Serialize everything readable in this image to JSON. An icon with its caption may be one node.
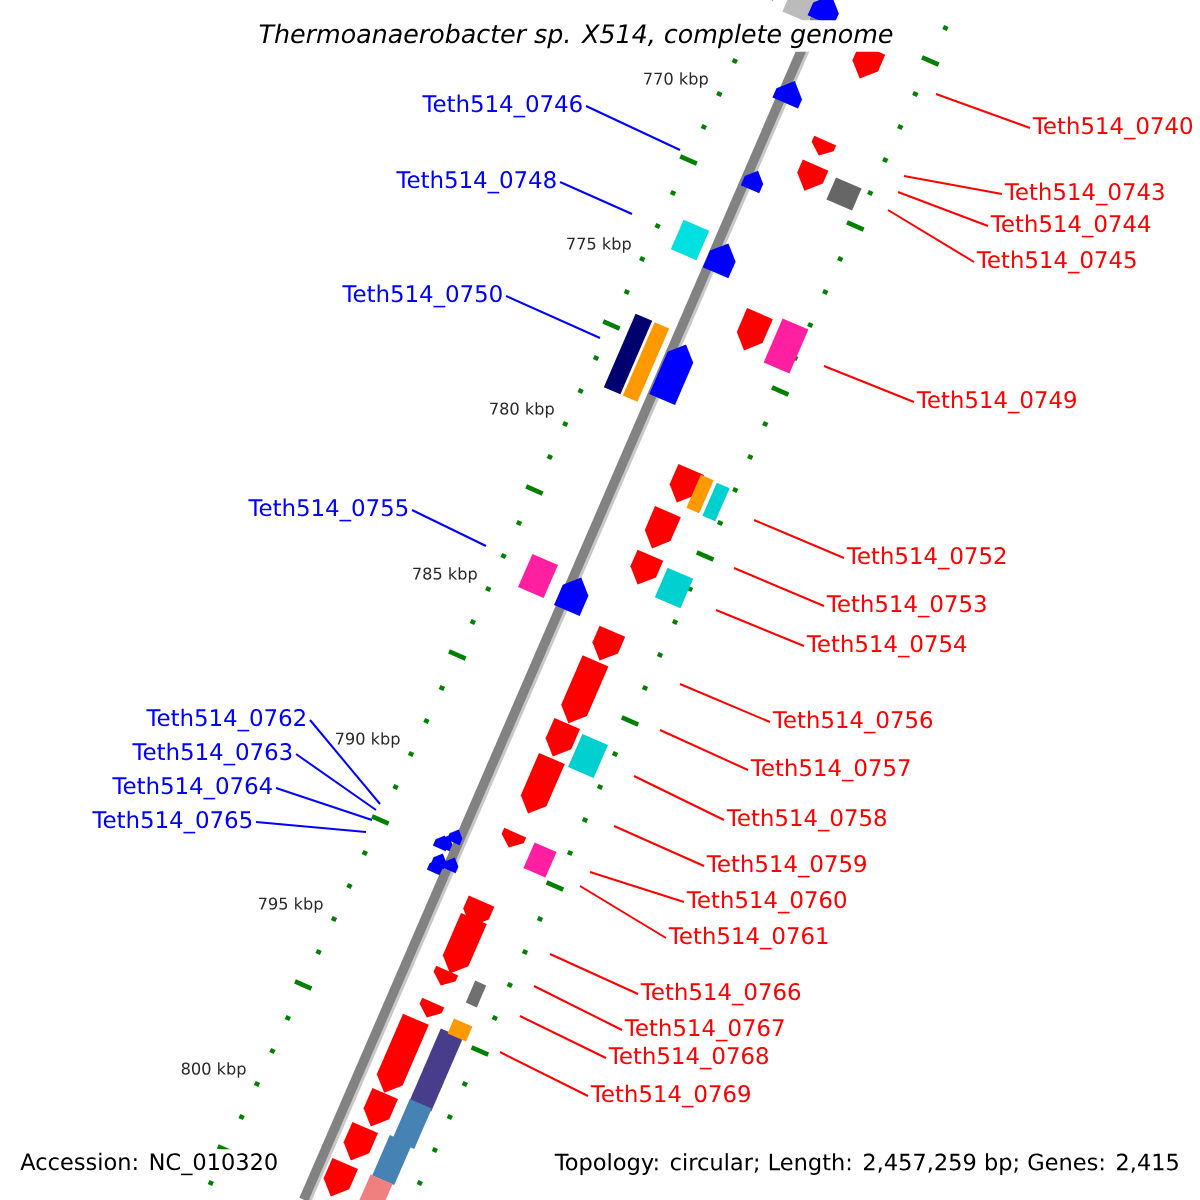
{
  "diagram": {
    "title": "Thermoanaerobacter sp. X514, complete genome",
    "nodes": [
      {
        "text": [
          "Teth514_0746"
        ]
      },
      {
        "text": [
          "Teth514_0740"
        ]
      },
      {
        "text": [
          "Teth514_0748"
        ]
      },
      {
        "text": [
          "Teth514_0743"
        ]
      },
      {
        "text": [
          "Teth514_0744"
        ]
      },
      {
        "text": [
          "Teth514_0745"
        ]
      },
      {
        "text": [
          "Teth514_0750"
        ]
      },
      {
        "text": [
          "Teth514_0749"
        ]
      },
      {
        "text": [
          "Teth514_0755"
        ]
      },
      {
        "text": [
          "Teth514_0752"
        ]
      },
      {
        "text": [
          "Teth514_0753"
        ]
      },
      {
        "text": [
          "Teth514_0754"
        ]
      },
      {
        "text": [
          "Teth514_0762"
        ]
      },
      {
        "text": [
          "Teth514_0756"
        ]
      },
      {
        "text": [
          "Teth514_0763"
        ]
      },
      {
        "text": [
          "Teth514_0757"
        ]
      },
      {
        "text": [
          "Teth514_0764"
        ]
      },
      {
        "text": [
          "Teth514_0758"
        ]
      },
      {
        "text": [
          "Teth514_0765"
        ]
      },
      {
        "text": [
          "Teth514_0759"
        ]
      },
      {
        "text": [
          "Teth514_0760"
        ]
      },
      {
        "text": [
          "Teth514_0761"
        ]
      },
      {
        "text": [
          "Teth514_0766"
        ]
      },
      {
        "text": [
          "Teth514_0767"
        ]
      },
      {
        "text": [
          "Teth514_0768"
        ]
      },
      {
        "text": [
          "Teth514_0769"
        ]
      }
    ],
    "edges": [
      {
        "from": 0,
        "to": null,
        "arrow": "none",
        "color": "#0000ff"
      },
      {
        "from": 1,
        "to": null,
        "arrow": "none"
      },
      {
        "from": 2,
        "to": null,
        "arrow": "none",
        "color": "#0000ff"
      },
      {
        "from": 3,
        "to": null,
        "arrow": "none"
      },
      {
        "from": 4,
        "to": null,
        "arrow": "none"
      },
      {
        "from": 5,
        "to": null,
        "arrow": "none"
      },
      {
        "from": 6,
        "to": null,
        "arrow": "none",
        "color": "#0000ff"
      },
      {
        "from": 7,
        "to": null,
        "arrow": "none"
      },
      {
        "from": 8,
        "to": null,
        "arrow": "none",
        "color": "#0000ff"
      },
      {
        "from": 9,
        "to": null,
        "arrow": "none"
      },
      {
        "from": 10,
        "to": null,
        "arrow": "none"
      },
      {
        "from": 11,
        "to": null,
        "arrow": "none"
      },
      {
        "from": 12,
        "to": null,
        "arrow": "none",
        "color": "#0000ff"
      },
      {
        "from": 13,
        "to": null,
        "arrow": "none"
      },
      {
        "from": 14,
        "to": null,
        "arrow": "none",
        "color": "#0000ff"
      },
      {
        "from": 15,
        "to": null,
        "arrow": "none"
      },
      {
        "from": 16,
        "to": null,
        "arrow": "none",
        "color": "#0000ff"
      },
      {
        "from": 17,
        "to": null,
        "arrow": "none"
      },
      {
        "from": 18,
        "to": null,
        "arrow": "none",
        "color": "#0000ff"
      },
      {
        "from": 19,
        "to": null,
        "arrow": "none"
      },
      {
        "from": 20,
        "to": null,
        "arrow": "none"
      },
      {
        "from": 21,
        "to": null,
        "arrow": "none"
      },
      {
        "from": 22,
        "to": null,
        "arrow": "none"
      },
      {
        "from": 23,
        "to": null,
        "arrow": "none"
      },
      {
        "from": 24,
        "to": null,
        "arrow": "none"
      },
      {
        "from": 25,
        "to": null,
        "arrow": "none"
      }
    ],
    "labels": [
      "770 kbp",
      "775 kbp",
      "780 kbp",
      "785 kbp",
      "790 kbp",
      "795 kbp",
      "800 kbp",
      "Accession: NC_010320",
      "Topology: circular; Length: 2,457,259 bp; Genes: 2,415"
    ]
  }
}
